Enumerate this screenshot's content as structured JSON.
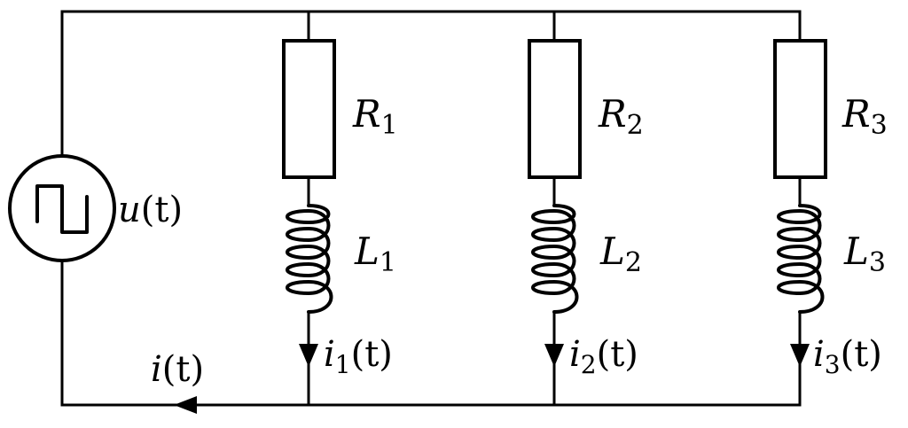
{
  "source": {
    "label_var": "u",
    "label_arg": "(t)"
  },
  "total_current": {
    "label_var": "i",
    "label_arg": "(t)"
  },
  "branches": [
    {
      "resistor_symbol": "R",
      "inductor_symbol": "L",
      "current_symbol": "i",
      "index": "1",
      "current_arg": "(t)"
    },
    {
      "resistor_symbol": "R",
      "inductor_symbol": "L",
      "current_symbol": "i",
      "index": "2",
      "current_arg": "(t)"
    },
    {
      "resistor_symbol": "R",
      "inductor_symbol": "L",
      "current_symbol": "i",
      "index": "3",
      "current_arg": "(t)"
    }
  ],
  "colors": {
    "line": "#000000",
    "background": "#ffffff"
  }
}
